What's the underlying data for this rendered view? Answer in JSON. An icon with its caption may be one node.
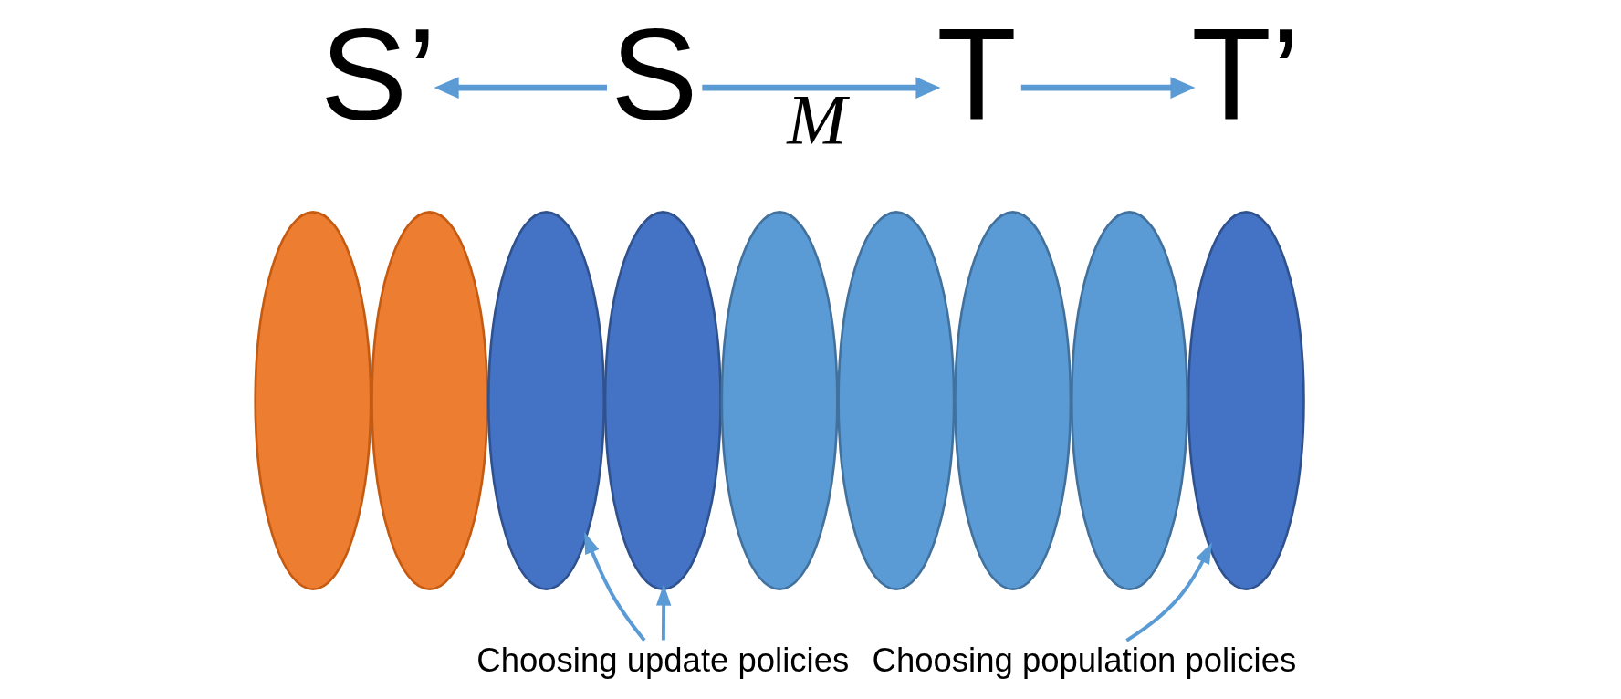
{
  "diagram": {
    "nodes": [
      {
        "text": [
          "S’"
        ]
      },
      {
        "text": [
          "S"
        ]
      },
      {
        "text": [
          "T"
        ]
      },
      {
        "text": [
          "T’"
        ]
      },
      {
        "text": [],
        "shape": "ellipse"
      },
      {
        "text": [],
        "shape": "ellipse"
      },
      {
        "text": [],
        "shape": "ellipse"
      },
      {
        "text": [],
        "shape": "ellipse"
      },
      {
        "text": [],
        "shape": "ellipse"
      },
      {
        "text": [],
        "shape": "ellipse"
      },
      {
        "text": [],
        "shape": "ellipse"
      },
      {
        "text": [],
        "shape": "ellipse"
      },
      {
        "text": [],
        "shape": "ellipse"
      },
      {
        "text": [
          "Choosing update policies"
        ]
      },
      {
        "text": [
          "Choosing population policies"
        ]
      }
    ],
    "edges": [
      {
        "from": 1,
        "to": 0,
        "arrow": "to"
      },
      {
        "from": 1,
        "to": 2,
        "arrow": "to",
        "label": "M"
      },
      {
        "from": 2,
        "to": 3,
        "arrow": "to"
      },
      {
        "from": 13,
        "to": 6,
        "arrow": "to"
      },
      {
        "from": 13,
        "to": 7,
        "arrow": "to"
      },
      {
        "from": 14,
        "to": 12,
        "arrow": "to"
      }
    ]
  }
}
